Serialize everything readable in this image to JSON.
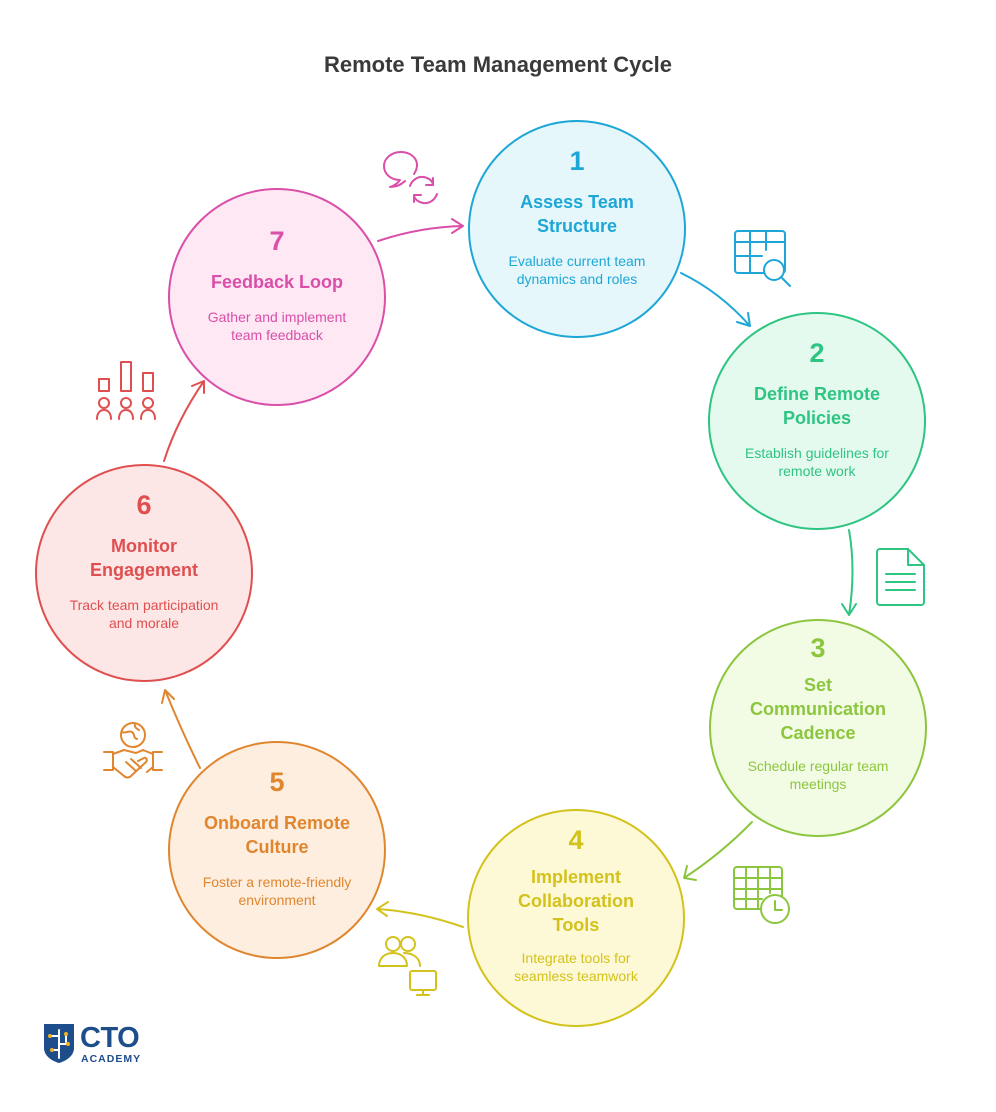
{
  "title": "Remote Team Management Cycle",
  "steps": [
    {
      "num": "1",
      "title": "Assess Team\nStructure",
      "desc": "Evaluate current team\ndynamics and roles",
      "color": "#1ea7d6",
      "fill": "#e6f7fc",
      "icon": "table-search-icon"
    },
    {
      "num": "2",
      "title": "Define Remote\nPolicies",
      "desc": "Establish guidelines for\nremote work",
      "color": "#2ec482",
      "fill": "#e5faef",
      "icon": "document-icon"
    },
    {
      "num": "3",
      "title": "Set\nCommunication\nCadence",
      "desc": "Schedule regular team\nmeetings",
      "color": "#8cc63f",
      "fill": "#f2fbe4",
      "icon": "calendar-clock-icon"
    },
    {
      "num": "4",
      "title": "Implement\nCollaboration\nTools",
      "desc": "Integrate tools for\nseamless teamwork",
      "color": "#d4c21c",
      "fill": "#fdf9d6",
      "icon": "team-computer-icon"
    },
    {
      "num": "5",
      "title": "Onboard Remote\nCulture",
      "desc": "Foster a remote-friendly\nenvironment",
      "color": "#e0862e",
      "fill": "#fdeee0",
      "icon": "handshake-globe-icon"
    },
    {
      "num": "6",
      "title": "Monitor\nEngagement",
      "desc": "Track team participation\nand morale",
      "color": "#e04f4f",
      "fill": "#fde6e6",
      "icon": "team-chart-icon"
    },
    {
      "num": "7",
      "title": "Feedback Loop",
      "desc": "Gather and implement\nteam feedback",
      "color": "#d94fa9",
      "fill": "#fde8f4",
      "icon": "chat-cycle-icon"
    }
  ],
  "logo": {
    "name": "CTO",
    "sub": "ACADEMY"
  }
}
